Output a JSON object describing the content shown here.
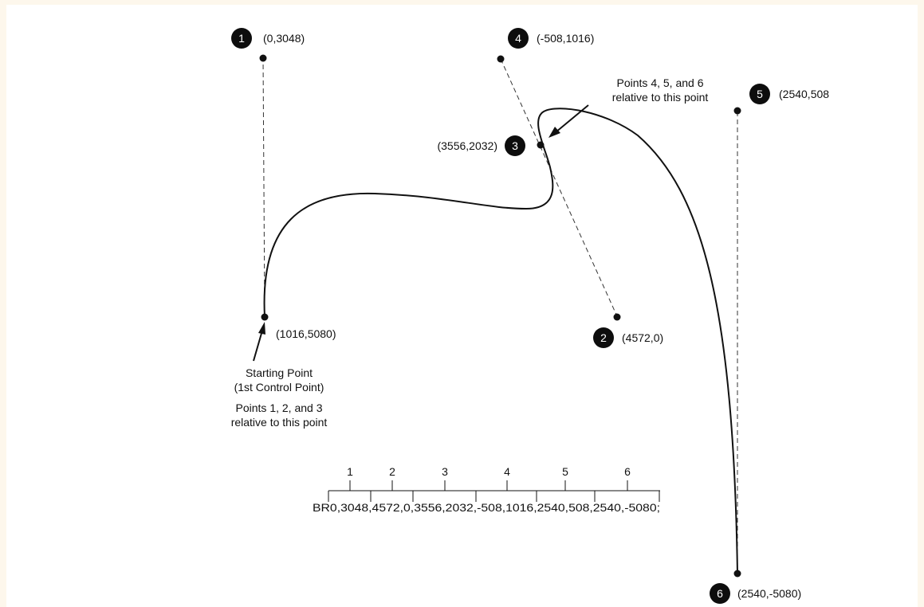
{
  "points": [
    {
      "num": "1",
      "coord": "(0,3048)"
    },
    {
      "num": "2",
      "coord": "(4572,0)"
    },
    {
      "num": "3",
      "coord": "(3556,2032)"
    },
    {
      "num": "4",
      "coord": "(-508,1016)"
    },
    {
      "num": "5",
      "coord": "(2540,508"
    },
    {
      "num": "6",
      "coord": "(2540,-5080)"
    }
  ],
  "start_point": {
    "coord": "(1016,5080)",
    "label_line1": "Starting Point",
    "label_line2": "(1st Control Point)",
    "note_line1": "Points 1, 2, and 3",
    "note_line2": "relative to this point"
  },
  "point3_note": {
    "line1": "Points 4, 5, and 6",
    "line2": "relative to this point"
  },
  "command": {
    "text": "BR0,3048,4572,0,3556,2032,-508,1016,2540,508,2540,-5080;",
    "indices": [
      "1",
      "2",
      "3",
      "4",
      "5",
      "6"
    ]
  },
  "colors": {
    "ink": "#111111",
    "badge": "#0d0d0d",
    "page_bg": "#fdf7ec",
    "paper": "#ffffff"
  }
}
